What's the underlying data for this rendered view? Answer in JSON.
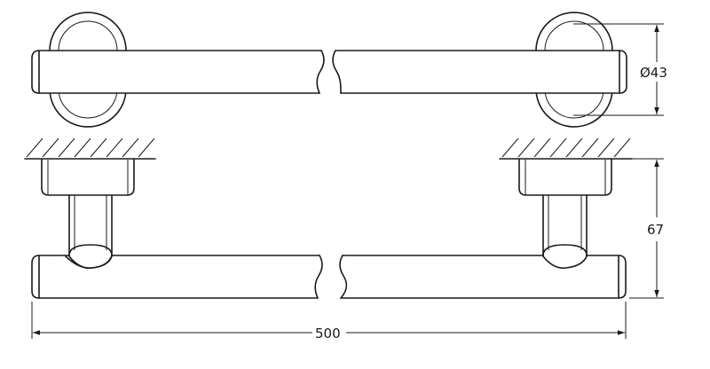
{
  "dimensions": {
    "diameter_label": "Ø43",
    "height_label": "67",
    "length_label": "500"
  },
  "colors": {
    "line": "#1a1a1a",
    "background": "#ffffff"
  }
}
